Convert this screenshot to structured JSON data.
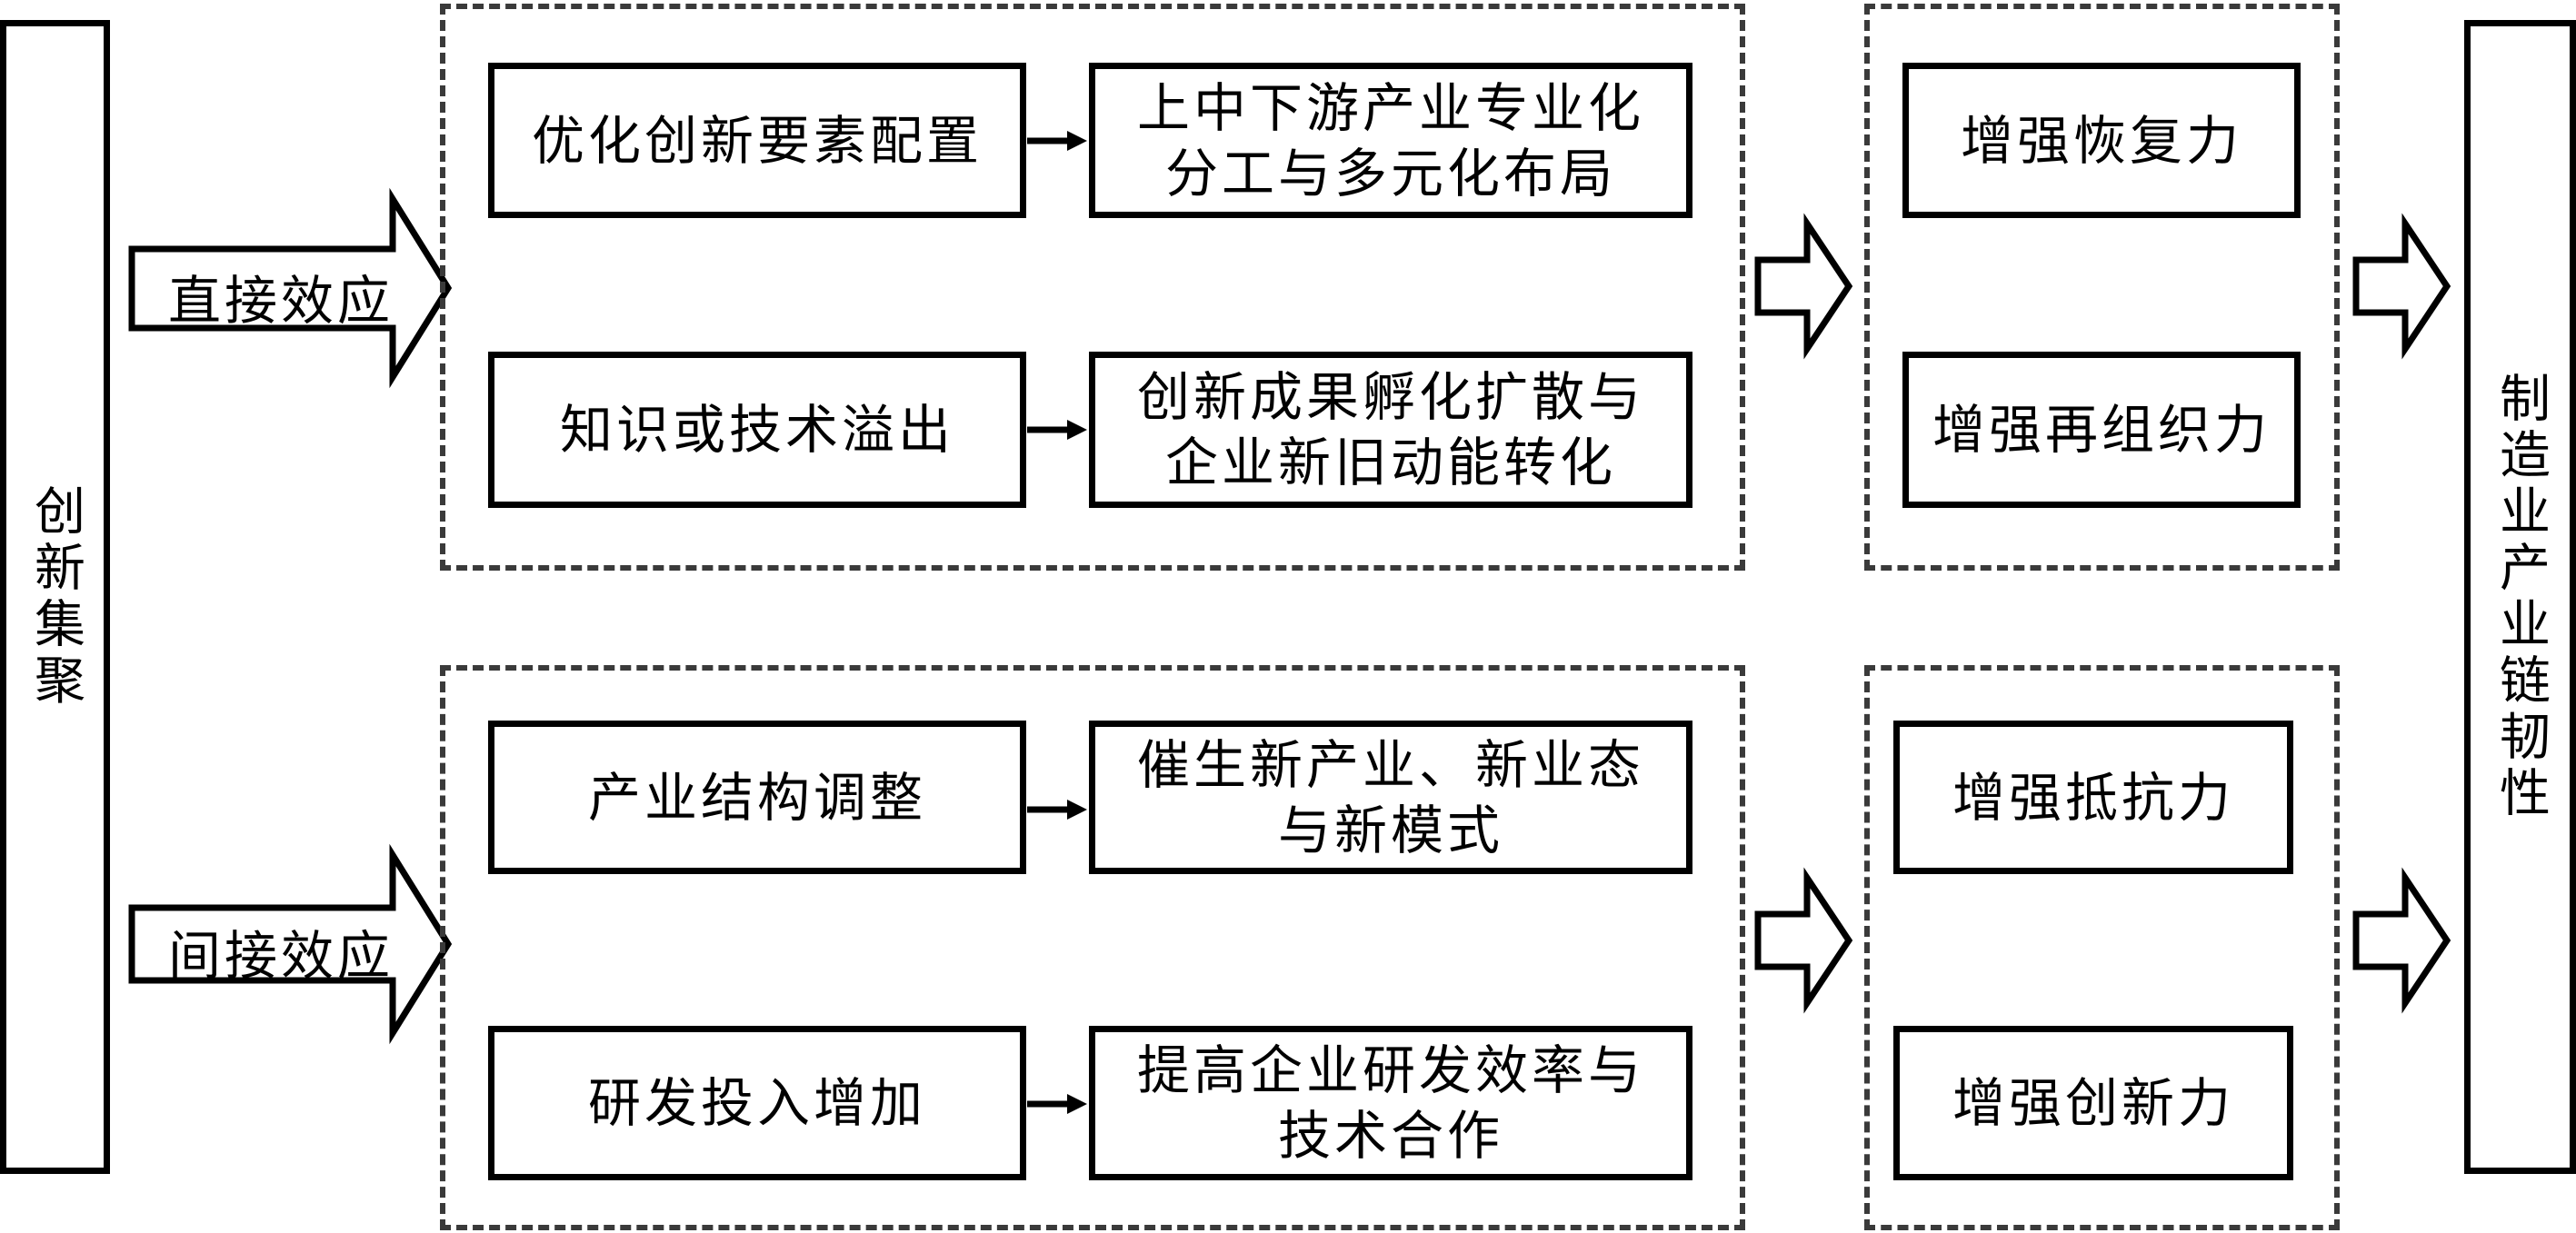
{
  "diagram": {
    "source_node": {
      "label": "创新集聚"
    },
    "target_node": {
      "label": "制造业产业链韧性"
    },
    "effects": [
      {
        "label": "直接效应",
        "mechanisms": [
          {
            "cause": "优化创新要素配置",
            "result": "上中下游产业专业化\n分工与多元化布局"
          },
          {
            "cause": "知识或技术溢出",
            "result": "创新成果孵化扩散与\n企业新旧动能转化"
          }
        ],
        "outcomes": [
          "增强恢复力",
          "增强再组织力"
        ]
      },
      {
        "label": "间接效应",
        "mechanisms": [
          {
            "cause": "产业结构调整",
            "result": "催生新产业、新业态\n与新模式"
          },
          {
            "cause": "研发投入增加",
            "result": "提高企业研发效率与\n技术合作"
          }
        ],
        "outcomes": [
          "增强抵抗力",
          "增强创新力"
        ]
      }
    ],
    "colors": {
      "stroke": "#000000",
      "dashed_border": "#3a3a3a",
      "background": "#ffffff"
    }
  }
}
